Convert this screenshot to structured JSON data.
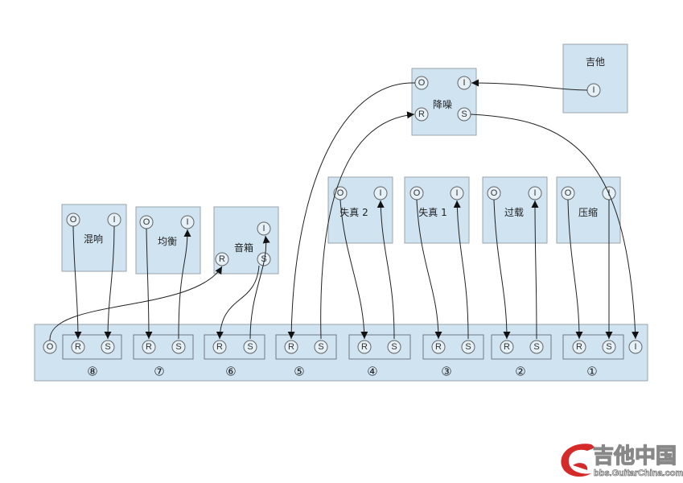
{
  "devices": {
    "guitar": {
      "label": "吉他",
      "ports": {
        "i": "I"
      }
    },
    "noise_gate": {
      "label": "降噪",
      "ports": {
        "o": "O",
        "i": "I",
        "r": "R",
        "s": "S"
      }
    },
    "distortion2": {
      "label": "失真 2",
      "ports": {
        "o": "O",
        "i": "I"
      }
    },
    "distortion1": {
      "label": "失真 1",
      "ports": {
        "o": "O",
        "i": "I"
      }
    },
    "overdrive": {
      "label": "过载",
      "ports": {
        "o": "O",
        "i": "I"
      }
    },
    "compressor": {
      "label": "压缩",
      "ports": {
        "o": "O",
        "i": "I"
      }
    },
    "reverb": {
      "label": "混响",
      "ports": {
        "o": "O",
        "i": "I"
      }
    },
    "eq": {
      "label": "均衡",
      "ports": {
        "o": "O",
        "i": "I"
      }
    },
    "amp": {
      "label": "音箱",
      "ports": {
        "i": "I",
        "r": "R",
        "s": "S"
      }
    }
  },
  "switcher": {
    "out_port": "O",
    "in_port": "I",
    "loops": [
      {
        "number": "⑧",
        "r": "R",
        "s": "S"
      },
      {
        "number": "⑦",
        "r": "R",
        "s": "S"
      },
      {
        "number": "⑥",
        "r": "R",
        "s": "S"
      },
      {
        "number": "⑤",
        "r": "R",
        "s": "S"
      },
      {
        "number": "④",
        "r": "R",
        "s": "S"
      },
      {
        "number": "③",
        "r": "R",
        "s": "S"
      },
      {
        "number": "②",
        "r": "R",
        "s": "S"
      },
      {
        "number": "①",
        "r": "R",
        "s": "S"
      }
    ]
  },
  "watermark": {
    "title": "吉他中国",
    "url": "bbs.GuitarChina.com"
  },
  "colors": {
    "box_fill": "#cfe3f1",
    "logo_red": "#d42a2a"
  }
}
